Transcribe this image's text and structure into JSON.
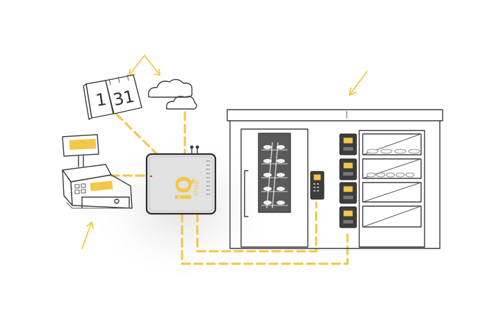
{
  "calendar": {
    "day_left": "1",
    "day_right": "31"
  },
  "hub": {
    "brand_main": "iQ",
    "brand_sub": "shop"
  },
  "colors": {
    "accent": "#f2c84b",
    "ink": "#3a3a3a",
    "device_body": "#e2e2e2",
    "terminal": "#3d3d3d"
  },
  "icons": [
    "calendar-icon",
    "cloud-icon",
    "cash-register-icon",
    "iq-shop-hub",
    "vending-station",
    "payment-terminal-icon",
    "locker-icon"
  ]
}
